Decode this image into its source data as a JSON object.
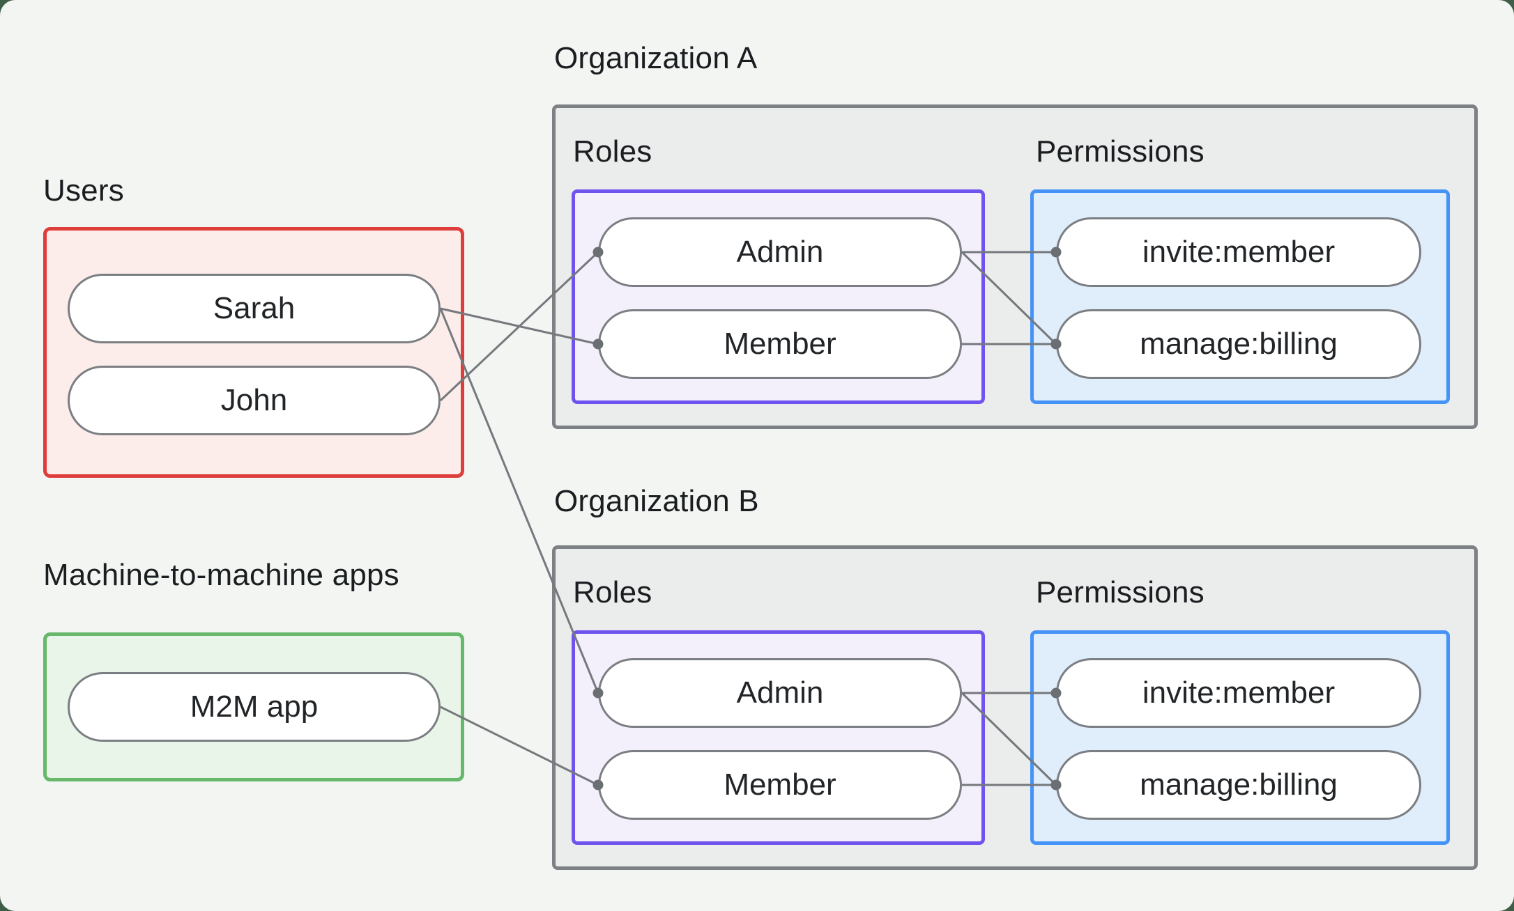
{
  "page": {
    "background_color": "#f2f5f2",
    "outer_background_color": "#3f5e47"
  },
  "users_group": {
    "label": "Users",
    "items": [
      {
        "id": "user-sarah",
        "label": "Sarah"
      },
      {
        "id": "user-john",
        "label": "John"
      }
    ],
    "box_border_color": "#df3d3b",
    "box_fill_color": "#fcedeb"
  },
  "m2m_group": {
    "label": "Machine-to-machine apps",
    "items": [
      {
        "id": "app-m2m",
        "label": "M2M app"
      }
    ],
    "box_border_color": "#67b86b",
    "box_fill_color": "#e9f5e9"
  },
  "organizations": [
    {
      "title": "Organization A",
      "roles_label": "Roles",
      "permissions_label": "Permissions",
      "roles": [
        {
          "id": "org-a-role-admin",
          "label": "Admin"
        },
        {
          "id": "org-a-role-member",
          "label": "Member"
        }
      ],
      "permissions": [
        {
          "id": "org-a-perm-invite-member",
          "label": "invite:member"
        },
        {
          "id": "org-a-perm-manage-billing",
          "label": "manage:billing"
        }
      ]
    },
    {
      "title": "Organization B",
      "roles_label": "Roles",
      "permissions_label": "Permissions",
      "roles": [
        {
          "id": "org-b-role-admin",
          "label": "Admin"
        },
        {
          "id": "org-b-role-member",
          "label": "Member"
        }
      ],
      "permissions": [
        {
          "id": "org-b-perm-invite-member",
          "label": "invite:member"
        },
        {
          "id": "org-b-perm-manage-billing",
          "label": "manage:billing"
        }
      ]
    }
  ],
  "connections": [
    {
      "from": "user-sarah",
      "to": "org-a-role-member"
    },
    {
      "from": "user-john",
      "to": "org-a-role-admin"
    },
    {
      "from": "user-sarah",
      "to": "org-b-role-admin"
    },
    {
      "from": "app-m2m",
      "to": "org-b-role-member"
    },
    {
      "from": "org-a-role-admin",
      "to": "org-a-perm-invite-member"
    },
    {
      "from": "org-a-role-admin",
      "to": "org-a-perm-manage-billing"
    },
    {
      "from": "org-a-role-member",
      "to": "org-a-perm-manage-billing"
    },
    {
      "from": "org-b-role-admin",
      "to": "org-b-perm-invite-member"
    },
    {
      "from": "org-b-role-admin",
      "to": "org-b-perm-manage-billing"
    },
    {
      "from": "org-b-role-member",
      "to": "org-b-perm-manage-billing"
    }
  ],
  "edge_style": {
    "line_color": "#75787c",
    "dot_color": "#6b6f73",
    "line_width": 3,
    "dot_radius": 7.5
  },
  "role_box_colors": {
    "border": "#7053ee",
    "fill": "#f4f0fb"
  },
  "permission_box_colors": {
    "border": "#4593f8",
    "fill": "#e0edfb"
  },
  "org_box_colors": {
    "border": "#7d8084",
    "fill": "#ebedec"
  }
}
